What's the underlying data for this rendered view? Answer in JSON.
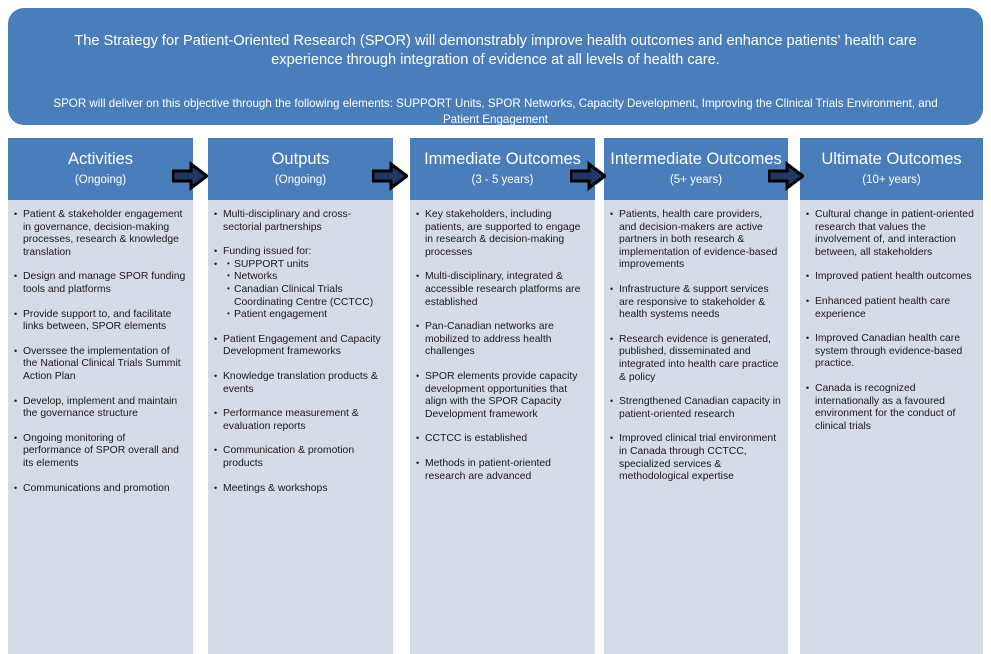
{
  "banner": {
    "line1": "The Strategy for Patient-Oriented Research (SPOR) will demonstrably improve health outcomes and enhance patients' health care experience through integration of evidence at all levels  of health care.",
    "line2": "SPOR will deliver on this objective through the following elements: SUPPORT Units, SPOR Networks, Capacity Development, Improving the Clinical Trials Environment, and Patient Engagement"
  },
  "colors": {
    "header_blue": "#4a7ebb",
    "body_lavender": "#d6dbe8",
    "arrow_fill": "#1f3864",
    "arrow_outline": "#000000",
    "banner_text": "#ffffff",
    "body_text": "#1a1a1a"
  },
  "arrows": [
    {
      "name": "arrow-activities-to-outputs"
    },
    {
      "name": "arrow-outputs-to-immediate"
    },
    {
      "name": "arrow-immediate-to-intermediate"
    },
    {
      "name": "arrow-intermediate-to-ultimate"
    }
  ],
  "columns": [
    {
      "title": "Activities",
      "subtitle": "(Ongoing)",
      "items": [
        "Patient & stakeholder engagement in governance, decision-making processes, research & knowledge translation",
        "Design and manage SPOR funding tools and platforms",
        "Provide support to, and facilitate links between, SPOR elements",
        "Overssee the implementation of the National Clinical Trials Summit Action Plan",
        "Develop, implement and maintain the governance structure",
        "Ongoing monitoring of performance of SPOR  overall and its elements",
        "Communications and promotion"
      ]
    },
    {
      "title": "Outputs",
      "subtitle": "(Ongoing)",
      "items": [
        "Multi-disciplinary and cross-sectorial partnerships",
        "Funding issued for:",
        "Patient Engagement and Capacity Development frameworks",
        "Knowledge translation products & events",
        "Performance measurement & evaluation reports",
        "Communication & promotion products",
        "Meetings & workshops"
      ],
      "subitems": [
        "SUPPORT units",
        "Networks",
        "Canadian Clinical Trials Coordinating Centre (CCTCC)",
        "Patient engagement"
      ]
    },
    {
      "title": "Immediate Outcomes",
      "subtitle": "(3 - 5 years)",
      "items": [
        "Key stakeholders, including patients, are supported to engage in research & decision-making processes",
        "Multi-disciplinary, integrated & accessible research platforms are established",
        "Pan-Canadian networks are mobilized to address health challenges",
        "SPOR elements provide capacity development opportunities that align with the SPOR Capacity Development framework",
        "CCTCC is established",
        "Methods in patient-oriented research are advanced"
      ]
    },
    {
      "title": "Intermediate Outcomes",
      "subtitle": "(5+ years)",
      "items": [
        "Patients, health care providers, and decision-makers are active partners in both research & implementation of evidence-based improvements",
        "Infrastructure & support services are responsive to stakeholder & health systems needs",
        "Research evidence is generated, published, disseminated and integrated into health care practice & policy",
        "Strengthened Canadian capacity in patient-oriented research",
        "Improved clinical trial environment in Canada through CCTCC, specialized services & methodological expertise"
      ]
    },
    {
      "title": "Ultimate Outcomes",
      "subtitle": "(10+ years)",
      "items": [
        "Cultural change in patient-oriented research that values the involvement of, and interaction between, all stakeholders",
        "Improved patient health outcomes",
        "Enhanced patient health care experience",
        "Improved Canadian health care system through evidence-based practice.",
        "Canada is recognized internationally as a favoured environment for the conduct of clinical trials"
      ]
    }
  ]
}
